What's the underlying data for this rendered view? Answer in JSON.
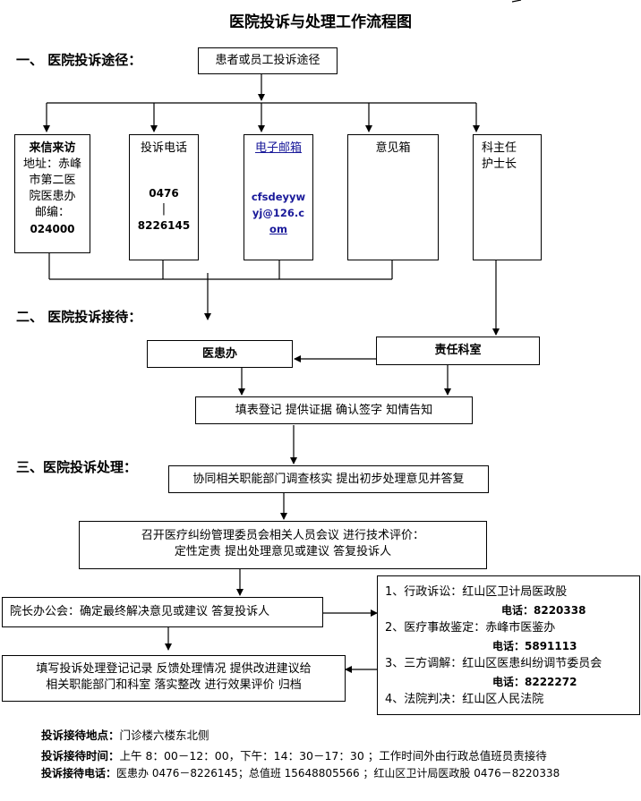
{
  "title": "医院投诉与处理工作流程图",
  "sections": {
    "s1": "一、  医院投诉途径：",
    "s2": "二、  医院投诉接待：",
    "s3": "三、医院投诉处理："
  },
  "top_box": "患者或员工投诉途径",
  "channels": {
    "letter": {
      "title": "来信来访",
      "lines": [
        "地址：赤峰",
        "市第二医",
        "院医患办",
        "邮编：",
        "024000"
      ]
    },
    "phone": {
      "title": "投诉电话",
      "lines": [
        "0476",
        "|",
        "8226145"
      ]
    },
    "email": {
      "title": "电子邮箱",
      "lines": [
        "cfsdeyyw",
        "yj@126.c",
        "om"
      ]
    },
    "box": {
      "title": "意见箱"
    },
    "head": {
      "lines": [
        "科主任",
        "护士长"
      ]
    }
  },
  "reception": {
    "yihuanban": "医患办",
    "zeren": "责任科室",
    "register": "填表登记   提供证据  确认签字  知情告知"
  },
  "processing": {
    "investigate": "协同相关职能部门调查核实   提出初步处理意见并答复",
    "meeting_line1": "召开医疗纠纷管理委员会相关人员会议  进行技术评价：",
    "meeting_line2": "定性定责    提出处理意见或建议    答复投诉人",
    "office": "院长办公会：确定最终解决意见或建议    答复投诉人",
    "record_line1": "填写投诉处理登记记录    反馈处理情况    提供改进建议给",
    "record_line2": "相关职能部门和科室    落实整改    进行效果评价    归档"
  },
  "options": [
    {
      "label": "1、行政诉讼：红山区卫计局医政股",
      "tel": "电话：8220338"
    },
    {
      "label": "2、医疗事故鉴定：赤峰市医鉴办",
      "tel": "电话：5891113"
    },
    {
      "label": "3、三方调解：红山区医患纠纷调节委员会",
      "tel": "电话：8222272"
    },
    {
      "label": "4、法院判决：红山区人民法院",
      "tel": ""
    }
  ],
  "footer": {
    "place_label": "投诉接待地点：",
    "place": "门诊楼六楼东北侧",
    "time_label": "投诉接待时间：",
    "time": "上午 8：00－12：00，下午：14：30－17：30 ；工作时间外由行政总值班员责接待",
    "tel_label": "投诉接待电话：",
    "tel": "医患办 0476－8226145；总值班 15648805566 ；红山区卫计局医政股 0476－8220338"
  }
}
